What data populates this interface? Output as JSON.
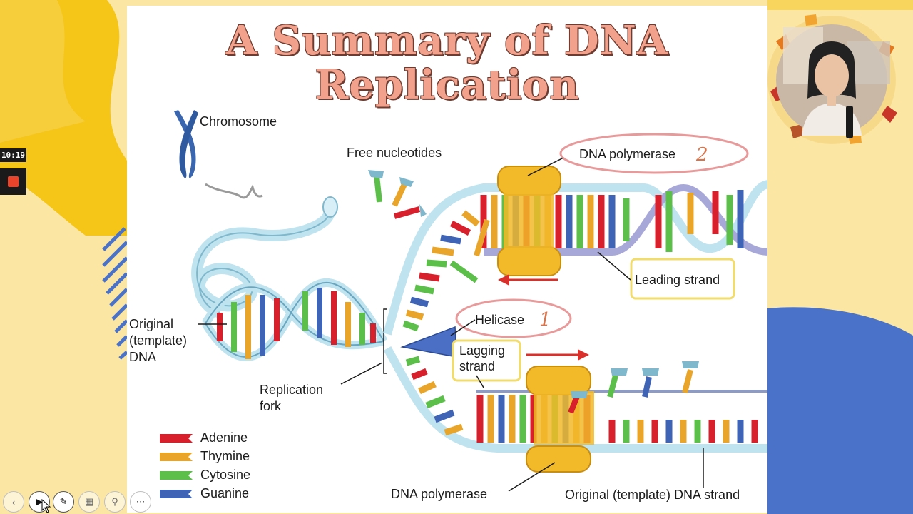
{
  "slide": {
    "title_line1": "A Summary of DNA",
    "title_line2": "Replication"
  },
  "diagram": {
    "labels": {
      "chromosome": "Chromosome",
      "free_nucleotides": "Free nucleotides",
      "dna_polymerase_top": "DNA polymerase",
      "leading_strand": "Leading strand",
      "helicase": "Helicase",
      "lagging_strand_1": "Lagging",
      "lagging_strand_2": "strand",
      "original_1": "Original",
      "original_2": "(template)",
      "original_3": "DNA",
      "replication_fork_1": "Replication",
      "replication_fork_2": "fork",
      "dna_polymerase_bottom": "DNA polymerase",
      "original_template_strand": "Original (template) DNA strand"
    },
    "annotations": {
      "polymerase_number": "2",
      "helicase_number": "1"
    },
    "legend": [
      {
        "label": "Adenine",
        "color": "#d7202b"
      },
      {
        "label": "Thymine",
        "color": "#e8a52a"
      },
      {
        "label": "Cytosine",
        "color": "#5cbf4a"
      },
      {
        "label": "Guanine",
        "color": "#3f63b5"
      }
    ],
    "colors": {
      "backbone": "#bfe3ef",
      "enzyme": "#f2b929",
      "helicase": "#4a6fc4",
      "circle_highlight": "#e89a9a",
      "box_highlight": "#f2dc6b",
      "arrow": "#d9302b"
    }
  },
  "recorder": {
    "timer": "10:19"
  },
  "toolbar": {
    "icons": [
      "back-icon",
      "play-icon",
      "pen-icon",
      "grid-icon",
      "zoom-icon",
      "more-icon"
    ]
  },
  "theme": {
    "background": "#fbe7a3",
    "accent_yellow": "#f5c518",
    "accent_blue": "#4a72c8"
  }
}
